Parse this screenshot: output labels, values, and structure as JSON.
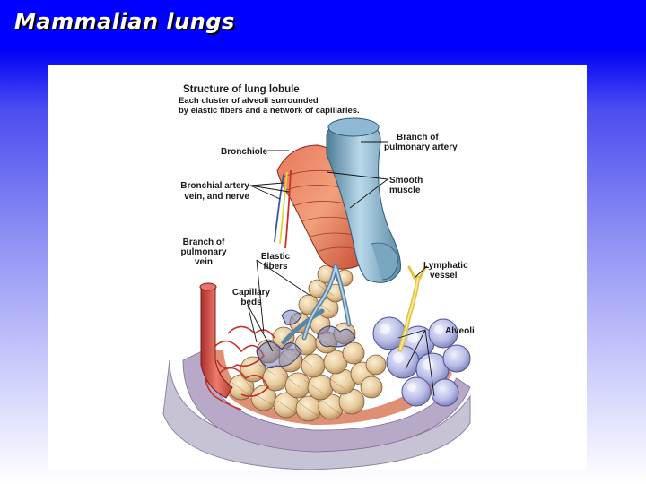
{
  "slide": {
    "title": "Mammalian lungs"
  },
  "figure": {
    "heading": "Structure of lung lobule",
    "subheading_line1": "Each cluster of alveoli surrounded",
    "subheading_line2": "by elastic fibers and a network of capillaries.",
    "labels": {
      "bronchiole": "Bronchiole",
      "branch_pulmonary_artery_1": "Branch of",
      "branch_pulmonary_artery_2": "pulmonary artery",
      "bronchial_artery_1": "Bronchial artery",
      "bronchial_artery_2": "vein, and nerve",
      "smooth_muscle_1": "Smooth",
      "smooth_muscle_2": "muscle",
      "branch_pulmonary_vein_1": "Branch of",
      "branch_pulmonary_vein_2": "pulmonary",
      "branch_pulmonary_vein_3": "vein",
      "elastic_fibers_1": "Elastic",
      "elastic_fibers_2": "fibers",
      "lymphatic_vessel_1": "Lymphatic",
      "lymphatic_vessel_2": "vessel",
      "capillary_beds_1": "Capillary",
      "capillary_beds_2": "beds",
      "alveoli": "Alveoli"
    }
  }
}
